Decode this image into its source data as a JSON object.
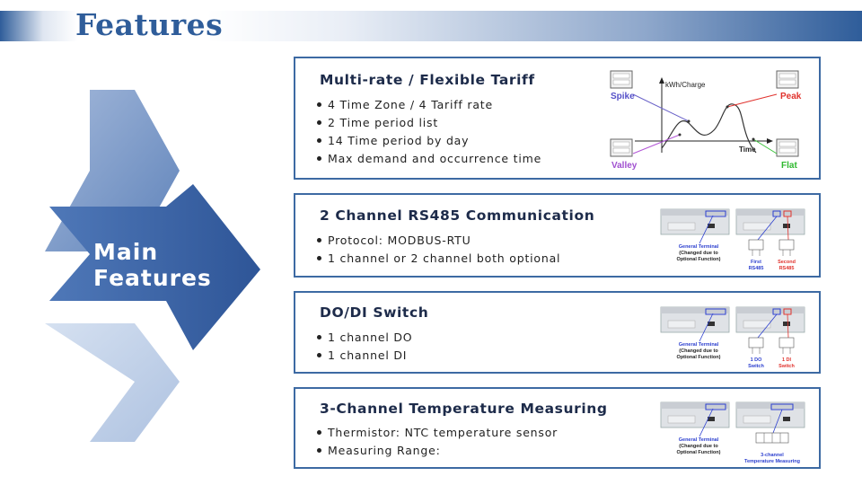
{
  "title": "Features",
  "main_label": "Main Features",
  "colors": {
    "accent": "#2f5d9a",
    "card_border": "#3d6aa3",
    "arrow_dark": "#3f67a8",
    "arrow_mid": "#7393c2",
    "arrow_light": "#b7c7e2"
  },
  "cards": [
    {
      "title": "Multi-rate / Flexible Tariff",
      "bullets": [
        "4 Time Zone / 4 Tariff rate",
        "2 Time period list",
        "14 Time period by day",
        "Max demand and occurrence time"
      ],
      "figure": {
        "axis_y": "kWh/Charge",
        "axis_x": "Time",
        "spike": "Spike",
        "peak": "Peak",
        "valley": "Valley",
        "flat": "Flat"
      }
    },
    {
      "title": "2 Channel RS485 Communication",
      "bullets": [
        "Protocol: MODBUS-RTU",
        "1 channel or 2 channel both optional"
      ],
      "figure": {
        "general": "General Terminal",
        "changed": "(Changed due to",
        "optional": "Optional Function)",
        "first_1": "First",
        "first_2": "RS485",
        "second_1": "Second",
        "second_2": "RS485"
      }
    },
    {
      "title": "DO/DI Switch",
      "bullets": [
        "1 channel DO",
        "1 channel DI"
      ],
      "figure": {
        "general": "General Terminal",
        "changed": "(Changed due to",
        "optional": "Optional Function)",
        "do_1": "1 DO",
        "do_2": "Switch",
        "di_1": "1 DI",
        "di_2": "Switch"
      }
    },
    {
      "title": "3-Channel Temperature Measuring",
      "bullets": [
        "Thermistor: NTC temperature sensor",
        "Measuring Range:"
      ],
      "figure": {
        "general": "General Terminal",
        "changed": "(Changed due to",
        "optional": "Optional Function)",
        "temp_1": "3-channel",
        "temp_2": "Temperature Measuring"
      }
    }
  ]
}
